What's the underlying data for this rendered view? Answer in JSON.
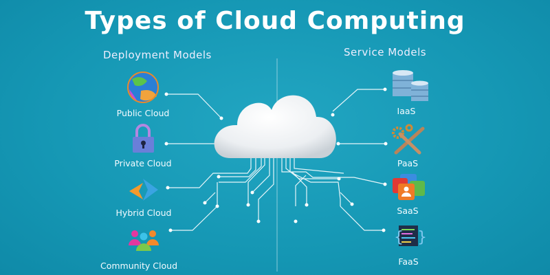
{
  "title": "Types of Cloud Computing",
  "deployment": {
    "heading": "Deployment Models",
    "items": [
      {
        "label": "Public Cloud",
        "icon": "globe-icon"
      },
      {
        "label": "Private Cloud",
        "icon": "padlock-icon"
      },
      {
        "label": "Hybrid Cloud",
        "icon": "hybrid-arrows-icon"
      },
      {
        "label": "Community Cloud",
        "icon": "people-group-icon"
      }
    ]
  },
  "service": {
    "heading": "Service Models",
    "items": [
      {
        "label": "IaaS",
        "icon": "database-servers-icon"
      },
      {
        "label": "PaaS",
        "icon": "gear-wrench-icon"
      },
      {
        "label": "SaaS",
        "icon": "app-tiles-icon"
      },
      {
        "label": "FaaS",
        "icon": "code-braces-icon"
      }
    ]
  },
  "colors": {
    "background": "#1597b4",
    "lines": "#e8f6fa",
    "cloud": "#f2f4f6"
  }
}
